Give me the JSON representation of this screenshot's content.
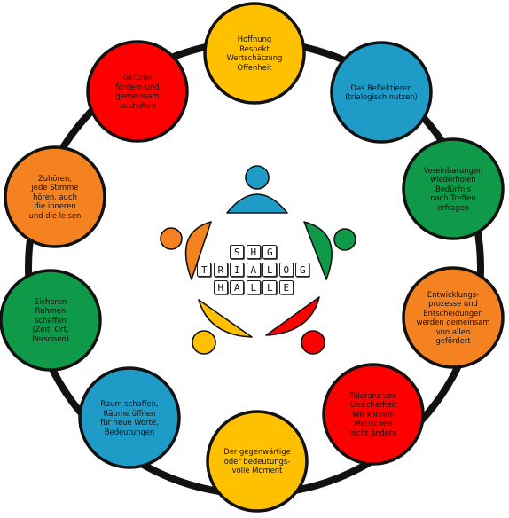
{
  "diagram": {
    "center_words": [
      "SHG",
      "TRIALOG",
      "HALLE"
    ],
    "nodes": [
      {
        "id": "hoffnung",
        "color": "#FFC000",
        "text": "Hoffnung\nRespekt\nWertschätzung\nOffenheit"
      },
      {
        "id": "reflektieren",
        "color": "#1F9BC7",
        "text": "Das Reflektieren\n(trialogisch nutzen)"
      },
      {
        "id": "vereinbarungen",
        "color": "#0E9A48",
        "text": "Vereinbarungen\nwiederholen\nBedürfnis\nnach Treffen\nerfragen"
      },
      {
        "id": "entwicklung",
        "color": "#F58220",
        "text": "Entwicklungs-\nprozesse und\nEntscheidungen\nwerden gemeinsam\nvon allen\ngefördert"
      },
      {
        "id": "toleranz",
        "color": "#FF0000",
        "text": "Toleranz von\nUnsicherheit\nWir können\nMenschen\nnicht ändern"
      },
      {
        "id": "moment",
        "color": "#FFC000",
        "text": "Der gegenwärtige\noder bedeutungs-\nvolle Moment"
      },
      {
        "id": "raum",
        "color": "#1F9BC7",
        "text": "Raum schaffen,\nRäume öffnen\nfür neue Worte,\nBedeutungen"
      },
      {
        "id": "rahmen",
        "color": "#0E9A48",
        "text": "Sicheren\nRahmen\nschaffen\n(Zeit, Ort,\nPersonen)"
      },
      {
        "id": "zuhoeren",
        "color": "#F58220",
        "text": "Zuhören,\njede Stimme\nhören, auch\ndie inneren\nund die leisen"
      },
      {
        "id": "gefuehle",
        "color": "#FF0000",
        "text": "Gefühle\nfördern und\ngemeinsam\naushalten"
      }
    ],
    "figures": [
      {
        "id": "top",
        "color": "#1F9BC7"
      },
      {
        "id": "right",
        "color": "#0E9A48"
      },
      {
        "id": "bottom-right",
        "color": "#FF0000"
      },
      {
        "id": "bottom-left",
        "color": "#FFC000"
      },
      {
        "id": "left",
        "color": "#F58220"
      }
    ],
    "ring_color": "#111111"
  }
}
